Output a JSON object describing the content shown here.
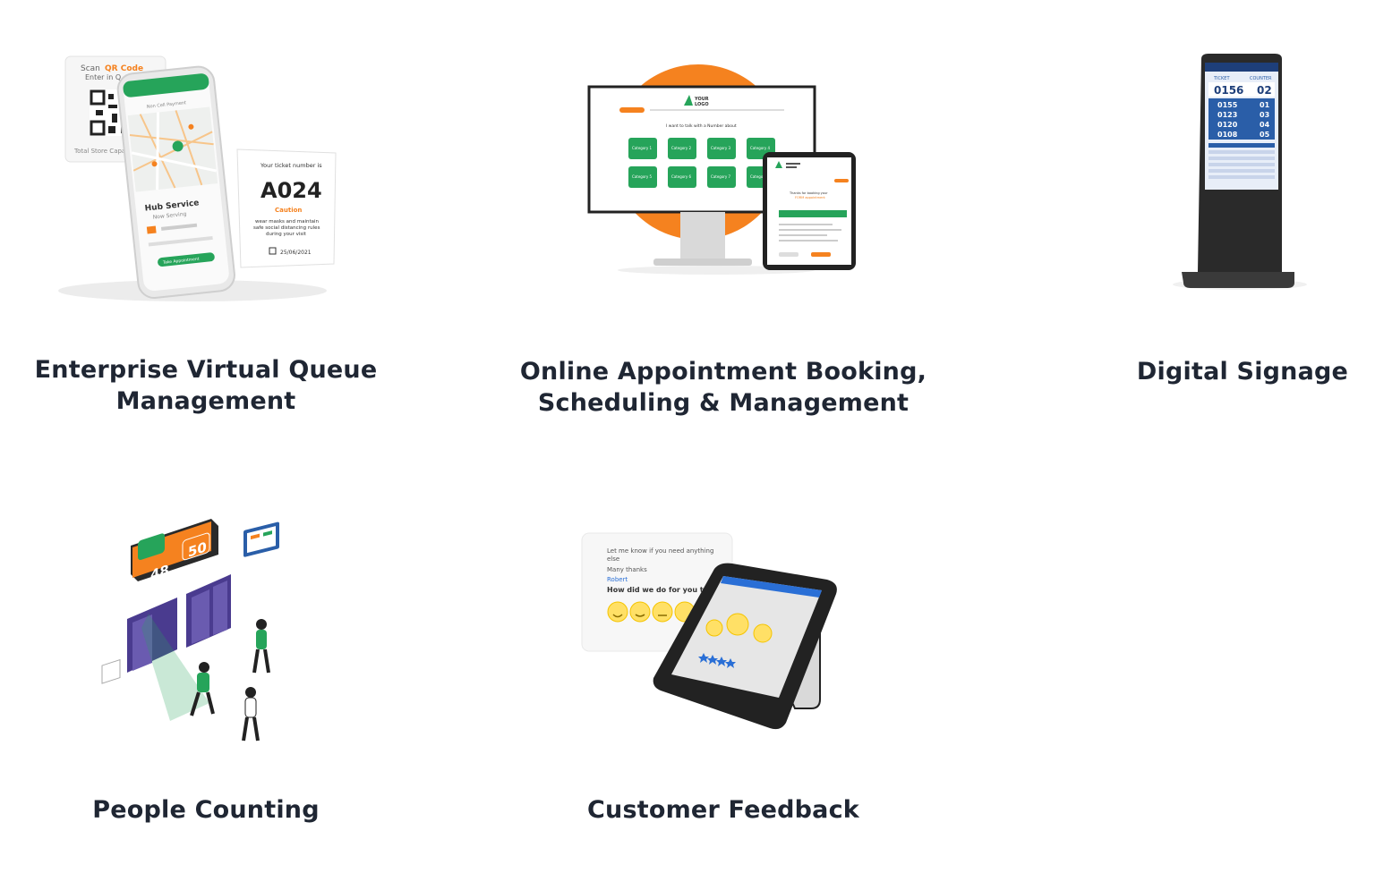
{
  "products": [
    {
      "title_line1": "Enterprise Virtual Queue",
      "title_line2": "Management",
      "illustration": {
        "qr_scan_text": "Scan",
        "qr_code_text": "QR Code",
        "qr_enter_text": "Enter in Q",
        "store_capacity_text": "Total Store Capacity",
        "phone_header_text": "Non Cell Payment",
        "phone_service_text": "Hub Service",
        "phone_serving_text": "Now Serving",
        "phone_button_text": "Take Appointment",
        "ticket_header_text": "Your ticket number is",
        "ticket_number": "A024",
        "ticket_caution_text": "Caution",
        "ticket_body_line1": "wear masks and maintain",
        "ticket_body_line2": "safe social distancing rules",
        "ticket_body_line3": "during your visit",
        "ticket_date": "25/06/2021"
      }
    },
    {
      "title_line1": "Online Appointment Booking,",
      "title_line2": "Scheduling & Management",
      "illustration": {
        "logo_text_1": "YOUR",
        "logo_text_2": "LOGO",
        "prompt_text": "I want to talk with a Number about",
        "categories": [
          "Category 1",
          "Category 2",
          "Category 3",
          "Category 4",
          "Category 5",
          "Category 6",
          "Category 7",
          "Catego"
        ],
        "tablet_title": "Thanks for booking your",
        "tablet_subtitle": "FORM appointment"
      }
    },
    {
      "title_line1": "Digital Signage",
      "illustration": {
        "header_ticket": "TICKET",
        "header_counter": "COUNTER",
        "current_ticket": "0156",
        "current_counter": "02",
        "rows": [
          {
            "ticket": "0155",
            "counter": "01"
          },
          {
            "ticket": "0123",
            "counter": "03"
          },
          {
            "ticket": "0120",
            "counter": "04"
          },
          {
            "ticket": "0108",
            "counter": "05"
          }
        ]
      }
    },
    {
      "title_line1": "People Counting",
      "illustration": {
        "count_left": "48",
        "count_right": "50"
      }
    },
    {
      "title_line1": "Customer Feedback",
      "illustration": {
        "chat_line1": "Let me know if you need anything",
        "chat_line2": "else",
        "chat_line3": "Many thanks",
        "chat_name": "Robert",
        "chat_question": "How did we do for you to"
      }
    }
  ],
  "colors": {
    "brand_green": "#26a45a",
    "brand_orange": "#f5821f",
    "title_text": "#1f2633",
    "signage_blue": "#2a5ea8",
    "door_purple": "#4a3b8f"
  }
}
